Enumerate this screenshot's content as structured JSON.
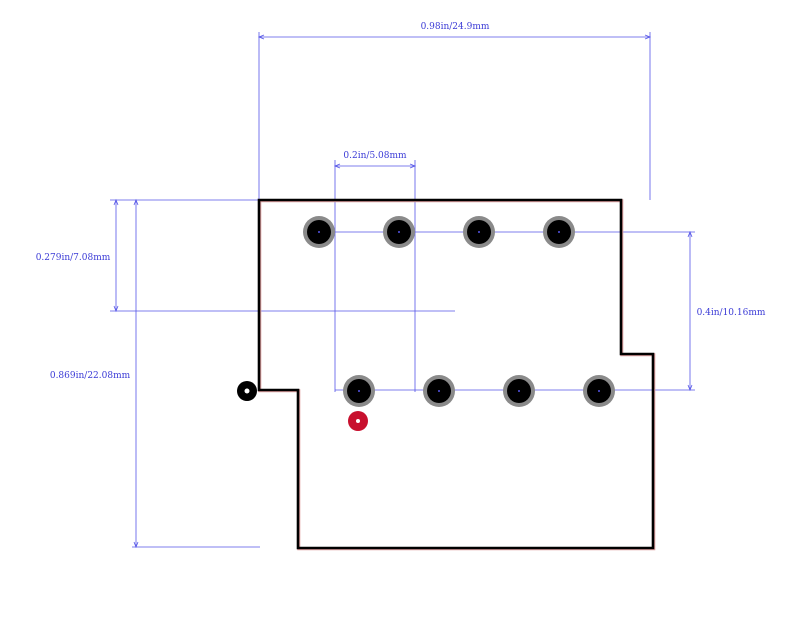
{
  "dimensions": {
    "overall_width": "0.98in/24.9mm",
    "pin_pitch": "0.2in/5.08mm",
    "top_offset": "0.279in/7.08mm",
    "overall_height": "0.869in/22.08mm",
    "row_spacing": "0.4in/10.16mm"
  },
  "pads": {
    "top_row_count": 4,
    "bottom_row_count": 4
  },
  "colors": {
    "dimension": "#5555e8",
    "outline": "#000000",
    "outline_shadow": "#e0a0a0",
    "pad_ring": "#8a8a8a",
    "pad_hole": "#000000",
    "pin1_marker": "#c8102e",
    "origin_marker": "#000000"
  }
}
